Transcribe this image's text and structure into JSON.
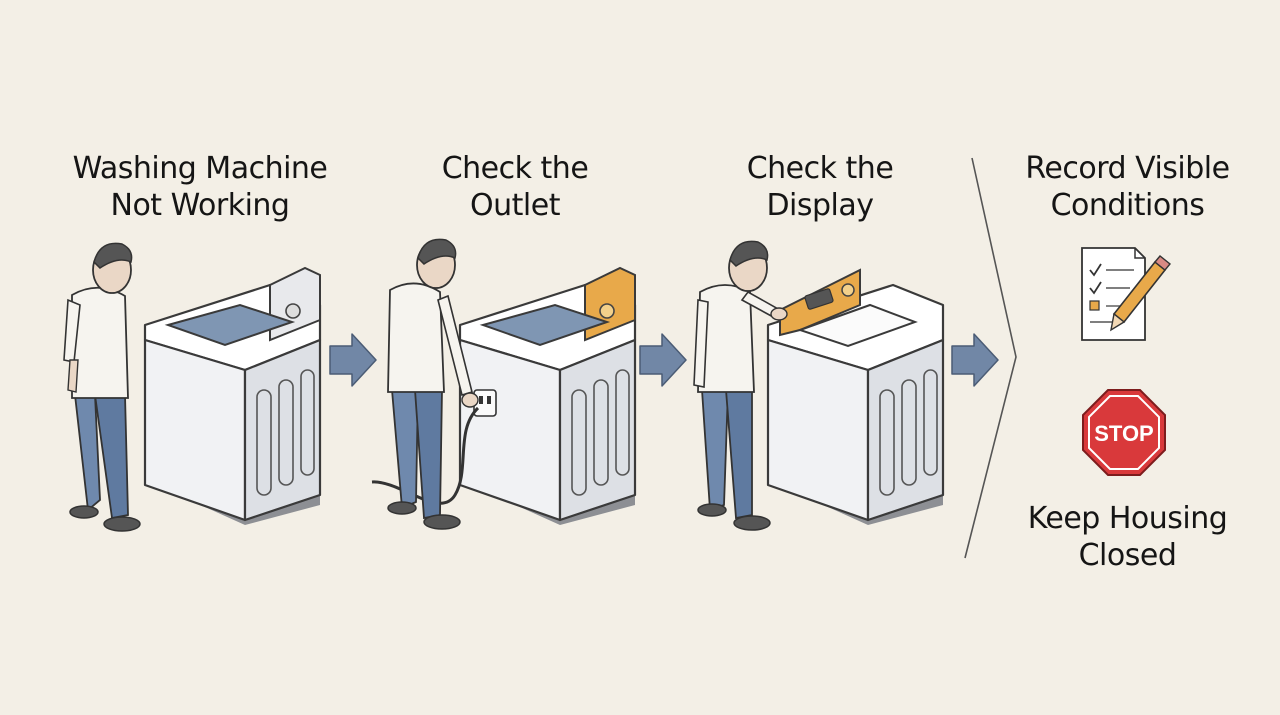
{
  "steps": [
    {
      "line1": "Washing Machine",
      "line2": "Not Working"
    },
    {
      "line1": "Check the",
      "line2": "Outlet"
    },
    {
      "line1": "Check the",
      "line2": "Display"
    },
    {
      "line1": "Record Visible",
      "line2": "Conditions"
    }
  ],
  "stop_sign": {
    "label": "STOP"
  },
  "note": {
    "line1": "Keep Housing",
    "line2": "Closed"
  },
  "colors": {
    "background": "#f3efe6",
    "lid": "#7f96b3",
    "accent_panel": "#e8a94a",
    "jeans": "#6f89ad",
    "arrow": "#7187a6",
    "stop": "#d9393b"
  }
}
